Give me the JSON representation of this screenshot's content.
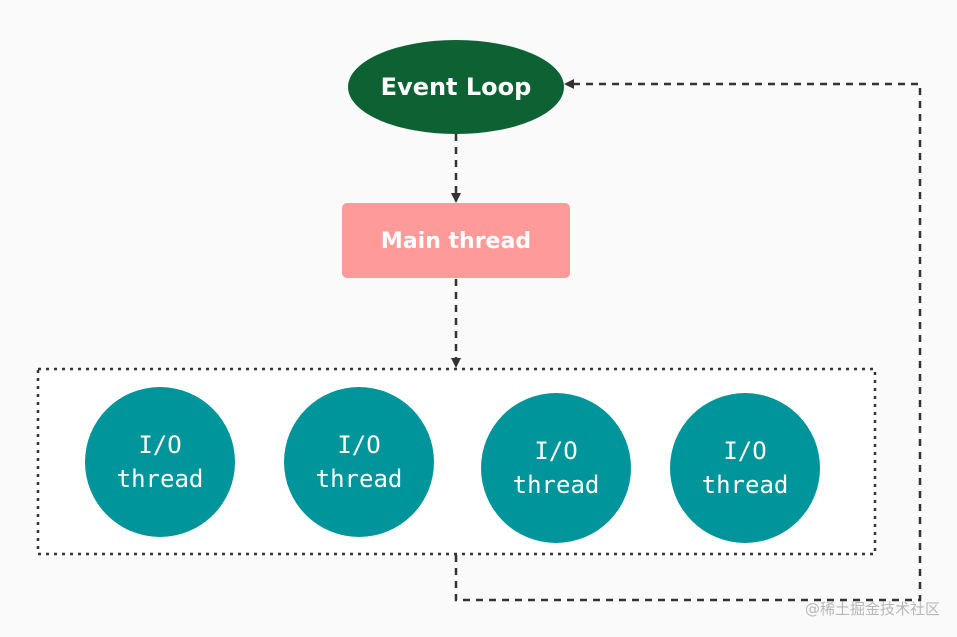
{
  "event_loop": {
    "label": "Event Loop",
    "color": "#0e6133"
  },
  "main_thread": {
    "label": "Main thread",
    "color": "#ff9a9a"
  },
  "io_threads": [
    {
      "line1": "I/O",
      "line2": "thread"
    },
    {
      "line1": "I/O",
      "line2": "thread"
    },
    {
      "line1": "I/O",
      "line2": "thread"
    },
    {
      "line1": "I/O",
      "line2": "thread"
    }
  ],
  "io_thread_color": "#00959a",
  "watermark": "@稀土掘金技术社区"
}
